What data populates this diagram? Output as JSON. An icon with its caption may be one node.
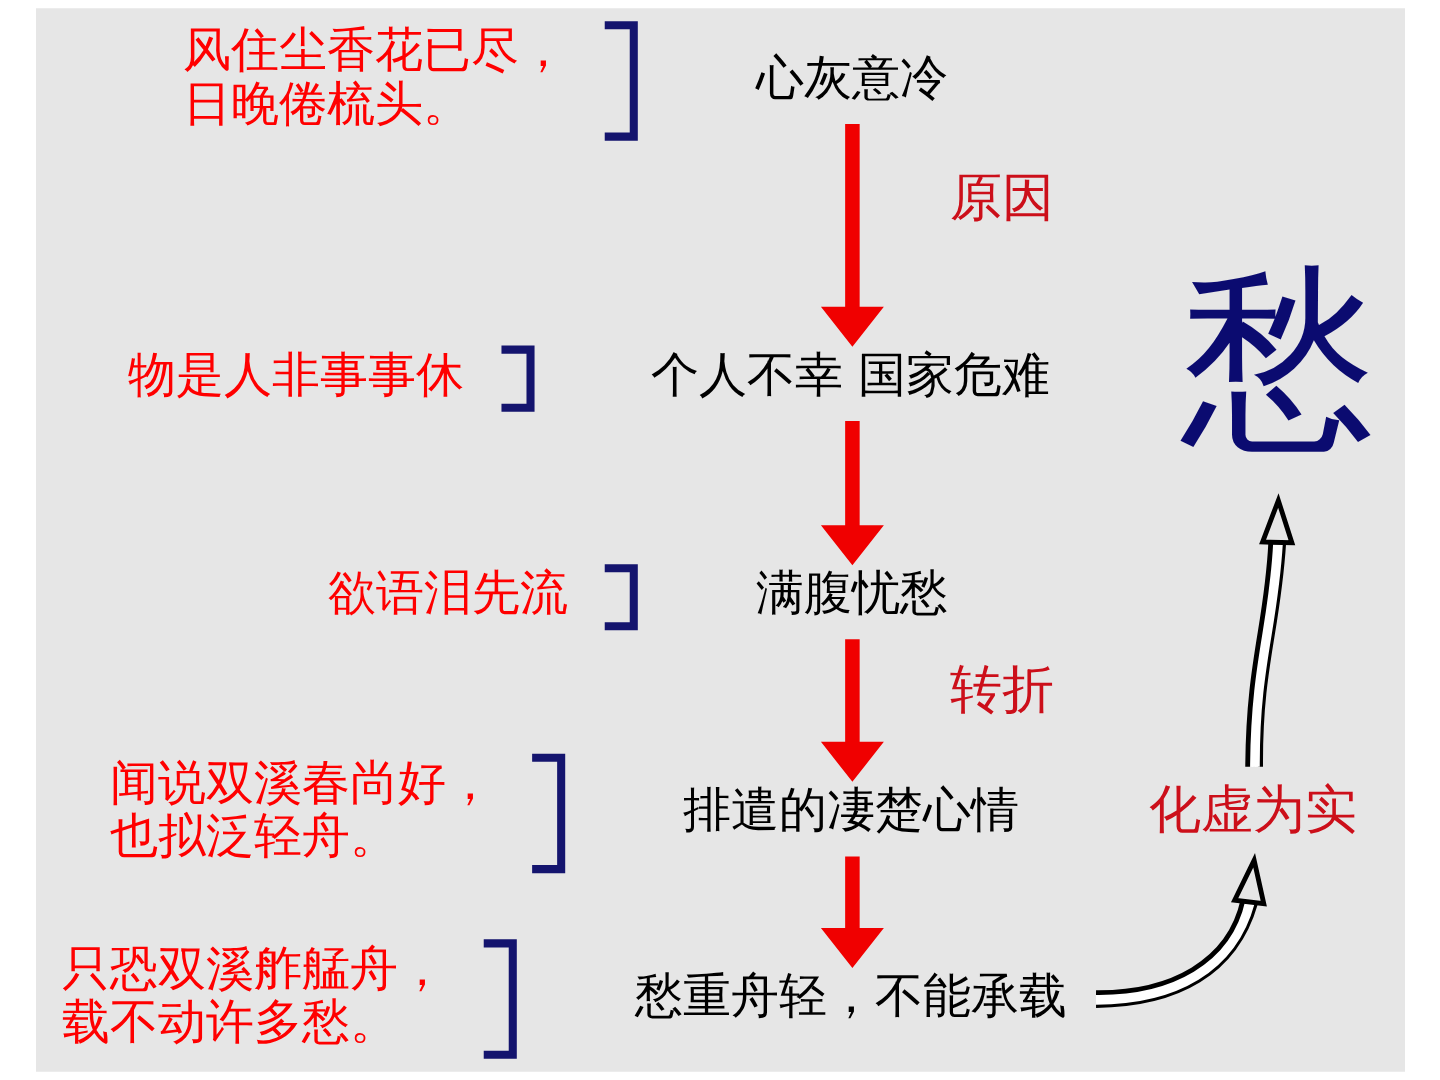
{
  "diagram": {
    "nodes": [
      {
        "text": [
          "风住尘香花已尽，日晚倦梳头。"
        ]
      },
      {
        "text": [
          "心灰意冷"
        ]
      },
      {
        "text": [
          "物是人非事事休"
        ]
      },
      {
        "text": [
          "个人不幸 国家危难"
        ]
      },
      {
        "text": [
          "愁"
        ]
      },
      {
        "text": [
          "欲语泪先流"
        ]
      },
      {
        "text": [
          "满腹忧愁"
        ]
      },
      {
        "text": [
          "闻说双溪春尚好，也拟泛轻舟。"
        ]
      },
      {
        "text": [
          "排遣的凄楚心情"
        ]
      },
      {
        "text": [
          "化虚为实"
        ]
      },
      {
        "text": [
          "只恐双溪舴艋舟，载不动许多愁。"
        ]
      },
      {
        "text": [
          "愁重舟轻，不能承载"
        ]
      }
    ],
    "edges": [
      {
        "from": 1,
        "to": 3,
        "arrow": "to",
        "label": "原因"
      },
      {
        "from": 3,
        "to": 6,
        "arrow": "to"
      },
      {
        "from": 6,
        "to": 8,
        "arrow": "to",
        "label": "转折"
      },
      {
        "from": 8,
        "to": 11,
        "arrow": "to"
      },
      {
        "from": 11,
        "to": 9,
        "arrow": "to",
        "color": "#000000"
      },
      {
        "from": 9,
        "to": 4,
        "arrow": "to",
        "color": "#000000"
      }
    ]
  }
}
